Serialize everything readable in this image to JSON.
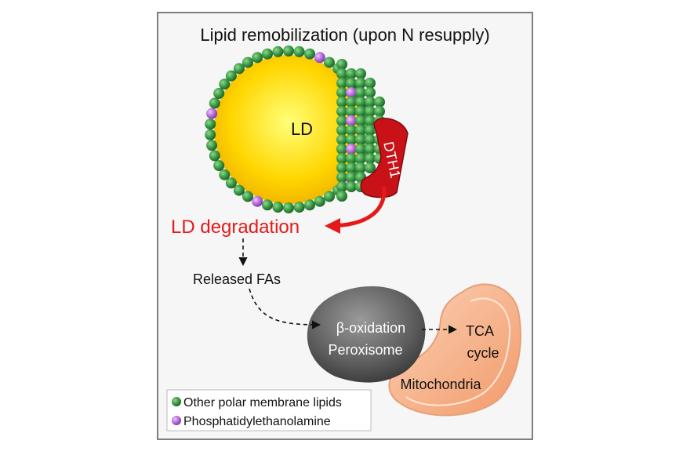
{
  "title": "Lipid remobilization (upon N resupply)",
  "labels": {
    "ld": "LD",
    "dth1": "DTH1",
    "ld_degradation": "LD degradation",
    "released_fas": "Released FAs",
    "beta_oxidation": "β-oxidation",
    "peroxisome": "Peroxisome",
    "tca_line1": "TCA",
    "tca_line2": "cycle",
    "mitochondria": "Mitochondria"
  },
  "legend": [
    {
      "label": "Other polar membrane lipids",
      "color": "#2f8a3c"
    },
    {
      "label": "Phosphatidylethanolamine",
      "color": "#b76ad9"
    }
  ],
  "colors": {
    "ld_core": "#ffd400",
    "ld_center": "#ffff70",
    "green_lipid": "#2f8a3c",
    "pe_lipid": "#b76ad9",
    "dth1": "#c81218",
    "degradation_text": "#e41a1a",
    "peroxisome": "#5b5b5b",
    "mitochondria": "#f6a67c"
  }
}
